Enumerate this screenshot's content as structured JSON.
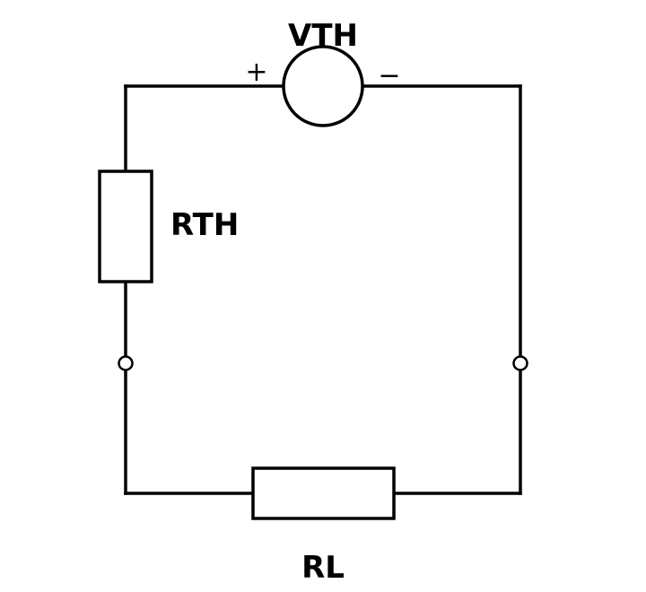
{
  "diagram": {
    "type": "circuit",
    "source": {
      "label": "VTH",
      "plus_sign": "+",
      "minus_sign": "−"
    },
    "resistors": {
      "rth_label": "RTH",
      "rl_label": "RL"
    },
    "colors": {
      "line": "#000000",
      "background": "#ffffff"
    }
  }
}
